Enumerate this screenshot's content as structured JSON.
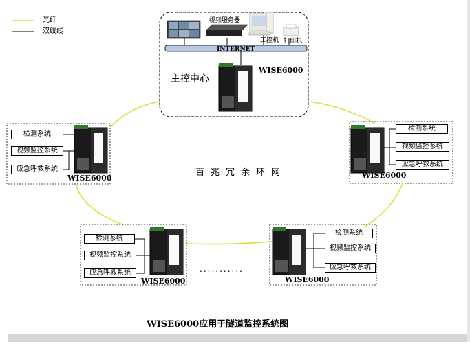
{
  "legend": {
    "fiber_label": "光纤",
    "twisted_pair_label": "双绞线",
    "fiber_color": "#e8e24a",
    "twisted_pair_color": "#000000"
  },
  "center": {
    "video_server_label": "视频服务器",
    "internet_label": "INTERNET",
    "ipc_label": "工控机",
    "printer_label": "打印机",
    "control_center_label": "主控中心",
    "model": "WISE6000"
  },
  "ring_label": "百兆冗余环网",
  "dots": "...........",
  "nodes": [
    {
      "model": "WISE6000",
      "systems": [
        "检测系统",
        "视频监控系统",
        "应急呼救系统"
      ]
    },
    {
      "model": "WISE6000",
      "systems": [
        "检测系统",
        "视频监控系统",
        "应急呼救系统"
      ]
    },
    {
      "model": "WISE6000",
      "systems": [
        "检测系统",
        "视频监控系统",
        "应急呼救系统"
      ]
    },
    {
      "model": "WISE6000",
      "systems": [
        "检测系统",
        "视频监控系统",
        "应急呼救系统"
      ]
    }
  ],
  "caption": "WISE6000应用于隧道监控系统图"
}
